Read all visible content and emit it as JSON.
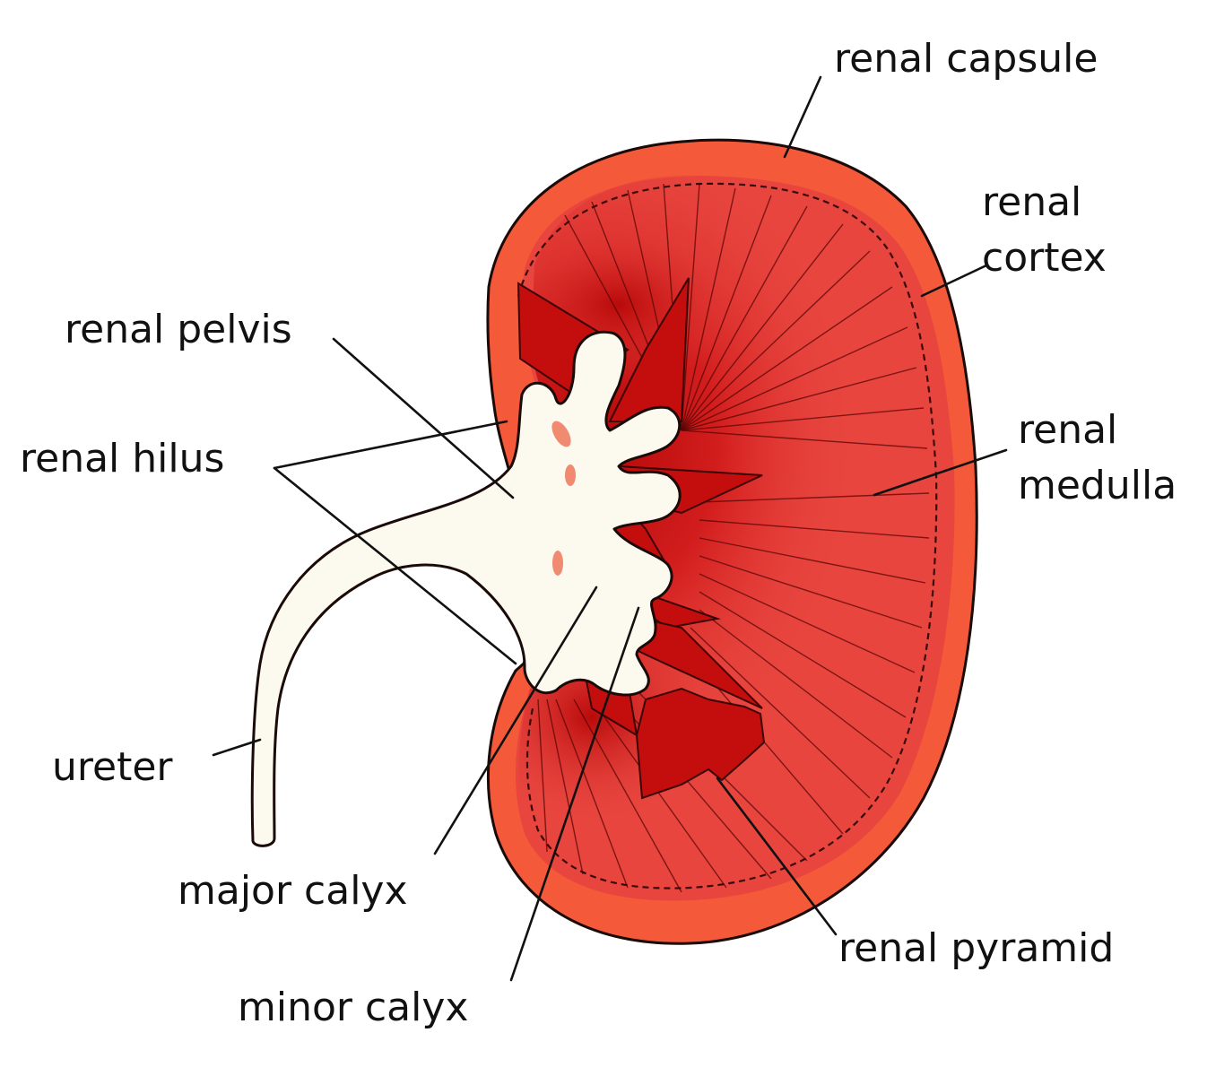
{
  "labels": {
    "renal_capsule": "renal capsule",
    "renal_cortex": [
      "renal",
      "cortex"
    ],
    "renal_pelvis": "renal pelvis",
    "renal_hilus": "renal hilus",
    "renal_medulla": [
      "renal",
      "medulla"
    ],
    "ureter": "ureter",
    "major_calyx": "major calyx",
    "minor_calyx": "minor calyx",
    "renal_pyramid": "renal pyramid"
  },
  "colors": {
    "capsule": "#f45a3a",
    "cortex": "#e9453f",
    "pyramid": "#c40d0d",
    "pelvis": "#fcf9ee",
    "outline": "#1a0a08"
  }
}
